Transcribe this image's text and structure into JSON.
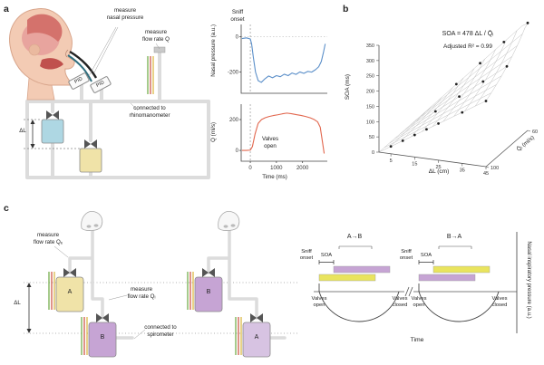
{
  "panels": {
    "a": "a",
    "b": "b",
    "c": "c"
  },
  "panel_a": {
    "measure_nasal_pressure": "measure\nnasal pressure",
    "measure_flow_rate": "measure\nflow rate Q",
    "connected": "connected to\nrhinomanometer",
    "pid_left": "PID",
    "pid_right": "PID",
    "delta_l": "ΔL",
    "sniff_onset": "Sniff\nonset",
    "valves_open": "Valves\nopen"
  },
  "panel_c": {
    "measure_flow_rate_qe": "measure\nflow rate Qₑ",
    "measure_flow_rate_qi": "measure\nflow rate Qᵢ",
    "connected": "connected to\nspirometer",
    "delta_l": "ΔL",
    "jar_a_left": "A",
    "jar_b_left": "B",
    "jar_b_right": "B",
    "jar_a_right": "A",
    "timing": {
      "cond_ab": "A→B",
      "cond_ba": "B→A",
      "sniff_onset_1": "Sniff\nonset",
      "sniff_onset_2": "Sniff\nonset",
      "soa_1": "SOA",
      "soa_2": "SOA",
      "valves_open_1": "Valves\nopen",
      "valves_open_2": "Valves\nopen",
      "valves_closed_1": "Valves\nclosed",
      "valves_closed_2": "Valves\nclosed",
      "time_label": "Time",
      "pressure_axis_label": "Nasal inspiratory pressure (a.u.)"
    }
  },
  "colors": {
    "skin": "#f3cbb4",
    "skin_edge": "#d8a58b",
    "cavity": "#e8a49e",
    "inner_red": "#c0504d",
    "inner_dark": "#d4726c",
    "tube_gray": "#dcdcdc",
    "tube_black": "#222222",
    "tube_teal": "#2e6e7e",
    "jar_blue": "#aed7e3",
    "jar_yellow": "#f0e3a8",
    "jar_purple": "#c6a4d4",
    "jar_lavender": "#d7c3e2",
    "sensor_green": "#6aa83f",
    "sensor_red": "#cc4b3a",
    "sensor_yellow": "#d9b43a",
    "bar_yellow": "#e9e45e",
    "bar_purple": "#c6a4d4",
    "valve": "#555555"
  },
  "chart_data": [
    {
      "id": "nasal_pressure",
      "type": "line",
      "title": "",
      "xlabel": "Time (ms)",
      "ylabel": "Nasal pressure (a.u.)",
      "xlim": [
        -350,
        2950
      ],
      "ylim": [
        -320,
        70
      ],
      "yticks": [
        0,
        -200
      ],
      "vline": 0,
      "hline": 0,
      "annotation": "Sniff onset",
      "color": "#5b8fc9",
      "x": [
        -320,
        -150,
        0,
        50,
        120,
        200,
        300,
        420,
        560,
        700,
        850,
        1000,
        1150,
        1300,
        1450,
        1600,
        1750,
        1900,
        2050,
        2200,
        2350,
        2500,
        2620,
        2720,
        2800,
        2870
      ],
      "y": [
        -10,
        -6,
        -12,
        -40,
        -120,
        -200,
        -248,
        -258,
        -238,
        -222,
        -232,
        -220,
        -226,
        -212,
        -220,
        -205,
        -213,
        -199,
        -207,
        -196,
        -200,
        -186,
        -170,
        -140,
        -90,
        -40
      ]
    },
    {
      "id": "flow_rate",
      "type": "line",
      "title": "",
      "xlabel": "Time (ms)",
      "ylabel": "Q (ml/s)",
      "xlim": [
        -350,
        2950
      ],
      "ylim": [
        -70,
        300
      ],
      "yticks": [
        0,
        200
      ],
      "xticks": [
        0,
        1000,
        2000
      ],
      "vline": 0,
      "annotation": "Valves open",
      "color": "#e2674e",
      "x": [
        -320,
        -150,
        0,
        80,
        180,
        300,
        430,
        570,
        720,
        880,
        1050,
        1220,
        1400,
        1580,
        1760,
        1940,
        2120,
        2300,
        2450,
        2580,
        2680,
        2760,
        2830
      ],
      "y": [
        0,
        0,
        2,
        25,
        105,
        175,
        200,
        212,
        220,
        226,
        231,
        237,
        242,
        238,
        232,
        227,
        220,
        211,
        200,
        185,
        150,
        60,
        -20
      ]
    },
    {
      "id": "soa_surface",
      "type": "scatter",
      "equation": "SOA = 478 ΔL / Q̄ᵢ",
      "r2": "Adjusted R² = 0.99",
      "ylabel": "SOA (ms)",
      "xlabel": "ΔL (cm)",
      "zlabel": "Q̄ᵢ (ml/s)",
      "soa_ticks": [
        0,
        50,
        100,
        150,
        200,
        250,
        300,
        350
      ],
      "dl_ticks": [
        5,
        15,
        25,
        35,
        45
      ],
      "qi_ticks": [
        100,
        60
      ],
      "dl_max": 45,
      "qi_front": 100,
      "qi_back": 60,
      "k": 478,
      "soa_max": 350,
      "points": [
        [
          5,
          100,
          24
        ],
        [
          10,
          100,
          48
        ],
        [
          15,
          100,
          72
        ],
        [
          20,
          100,
          96
        ],
        [
          25,
          100,
          120
        ],
        [
          35,
          100,
          167
        ],
        [
          45,
          100,
          215
        ],
        [
          15,
          80,
          90
        ],
        [
          25,
          80,
          149
        ],
        [
          35,
          80,
          209
        ],
        [
          45,
          80,
          269
        ],
        [
          15,
          60,
          120
        ],
        [
          25,
          60,
          199
        ],
        [
          35,
          60,
          279
        ],
        [
          45,
          60,
          352
        ]
      ]
    }
  ]
}
